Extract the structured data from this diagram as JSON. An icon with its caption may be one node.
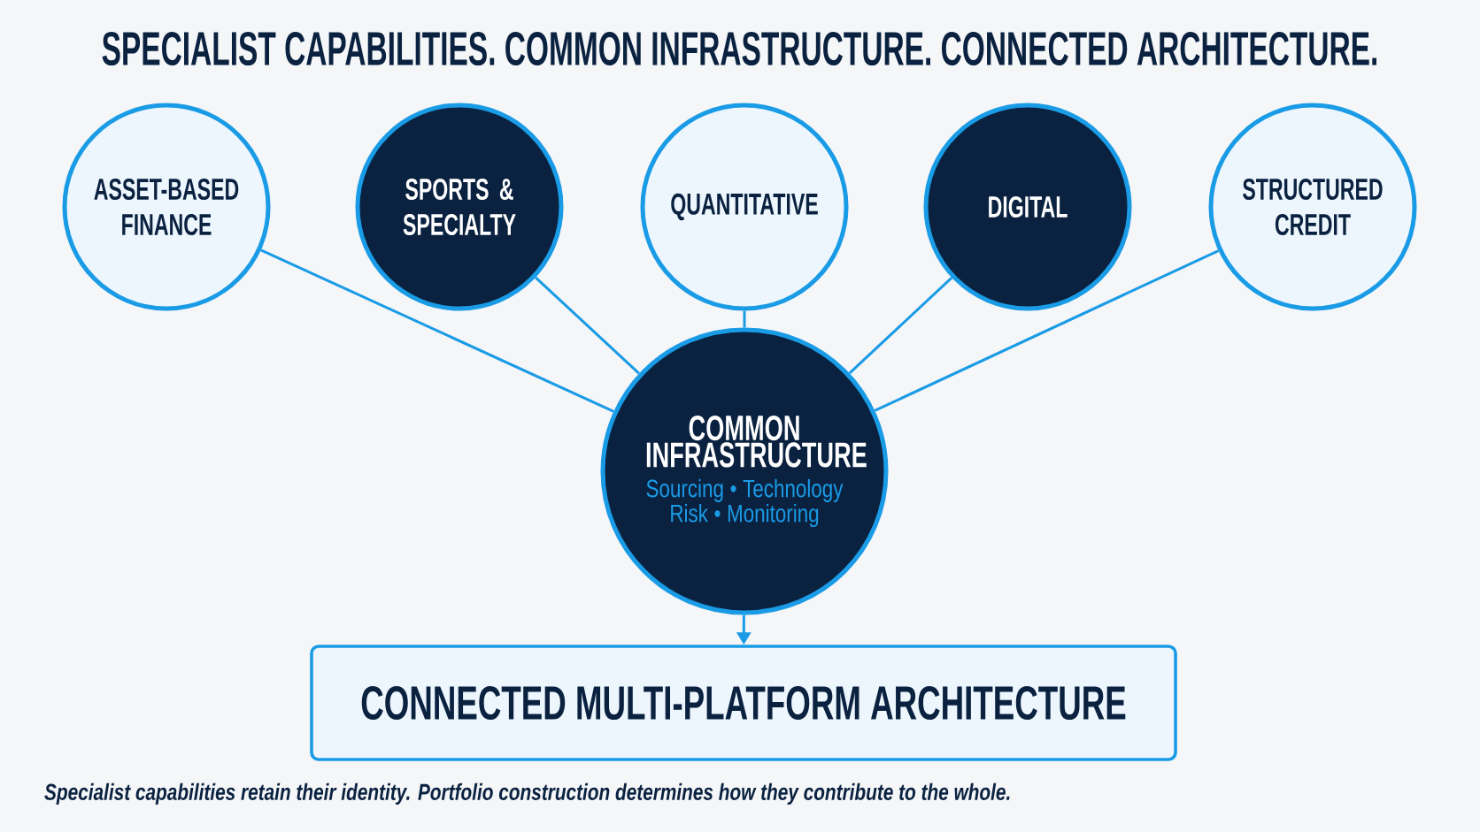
{
  "diagram": {
    "title": "SPECIALIST CAPABILITIES. COMMON INFRASTRUCTURE. CONNECTED ARCHITECTURE.",
    "caption": "Specialist capabilities retain their identity. Portfolio construction determines how they contribute to the whole.",
    "nodes": [
      {
        "text": [
          "ASSET-BASED FINANCE"
        ]
      },
      {
        "text": [
          "SPORTS & SPECIALTY"
        ]
      },
      {
        "text": [
          "QUANTITATIVE"
        ]
      },
      {
        "text": [
          "DIGITAL"
        ]
      },
      {
        "text": [
          "STRUCTURED CREDIT"
        ]
      },
      {
        "text": [
          "COMMON INFRASTRUCTURE",
          "Sourcing • Technology Risk • Monitoring"
        ]
      },
      {
        "text": [
          "CONNECTED MULTI-PLATFORM ARCHITECTURE"
        ]
      }
    ],
    "edges": [
      {
        "from": 0,
        "to": 5,
        "arrow": "none"
      },
      {
        "from": 1,
        "to": 5,
        "arrow": "none"
      },
      {
        "from": 2,
        "to": 5,
        "arrow": "none"
      },
      {
        "from": 3,
        "to": 5,
        "arrow": "none"
      },
      {
        "from": 4,
        "to": 5,
        "arrow": "none"
      },
      {
        "from": 5,
        "to": 6,
        "arrow": "to"
      }
    ]
  }
}
